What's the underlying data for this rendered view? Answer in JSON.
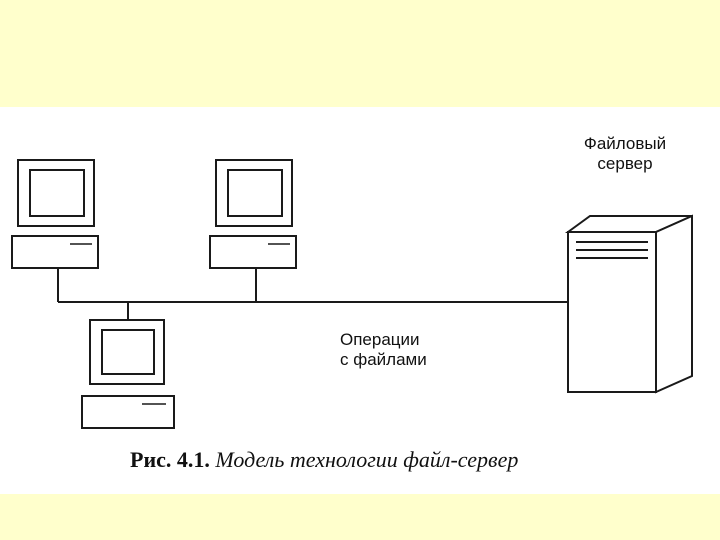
{
  "diagram": {
    "server_label_line1": "Файловый",
    "server_label_line2": "сервер",
    "ops_label_line1": "Операции",
    "ops_label_line2": "с файлами",
    "caption_number": "Рис. 4.1.",
    "caption_text": "Модель технологии файл-сервер"
  },
  "colors": {
    "background": "#ffffcc",
    "figure": "#ffffff",
    "line": "#1a1a1a"
  }
}
